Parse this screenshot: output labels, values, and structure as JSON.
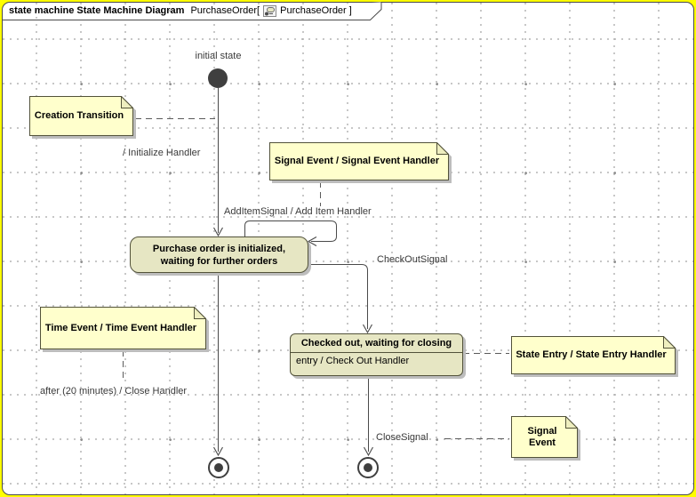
{
  "frame": {
    "tab": {
      "keyword_bold": "state machine State Machine Diagram",
      "context_prefix": "PurchaseOrder[",
      "context_suffix": "PurchaseOrder ]",
      "icon": "state-machine-diagram-icon"
    }
  },
  "diagram": {
    "initial_state_label": "initial state",
    "states": {
      "purchase_order": {
        "line1": "Purchase order is initialized,",
        "line2": "waiting for further orders"
      },
      "checked_out": {
        "title": "Checked out, waiting for closing",
        "entry_action": "entry / Check Out Handler"
      }
    },
    "transitions": {
      "initialize": "/ Initialize Handler",
      "add_item": "AddItemSignal / Add Item Handler",
      "check_out": "CheckOutSignal",
      "close_after": "after (20 minutes) / Close Handler",
      "close_signal": "CloseSignal"
    },
    "notes": {
      "creation": "Creation Transition",
      "signal_event_top": "Signal Event / Signal Event Handler",
      "time_event": "Time Event / Time Event Handler",
      "state_entry": "State Entry / State Entry Handler",
      "signal_event_bottom": "Signal Event"
    }
  },
  "colors": {
    "outer_border": "#ffff00",
    "note_fill": "#ffffcc",
    "state_fill": "#e6e6c3",
    "line": "#4a4a4a",
    "shadow": "#bdbdbd"
  }
}
